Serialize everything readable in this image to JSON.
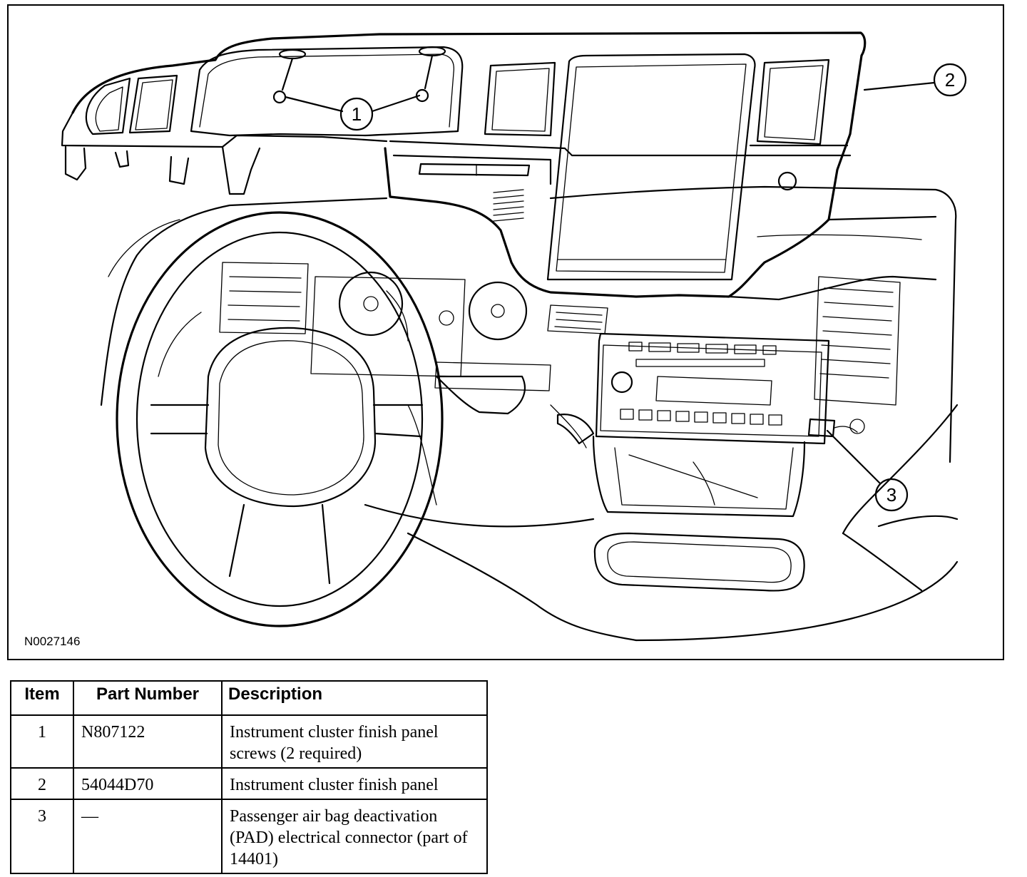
{
  "figure": {
    "id_label": "N0027146",
    "callouts": [
      {
        "number": "1"
      },
      {
        "number": "2"
      },
      {
        "number": "3"
      }
    ]
  },
  "table": {
    "headers": {
      "item": "Item",
      "part_number": "Part Number",
      "description": "Description"
    },
    "rows": [
      {
        "item": "1",
        "part_number": "N807122",
        "description": "Instrument cluster finish panel screws (2 required)"
      },
      {
        "item": "2",
        "part_number": "54044D70",
        "description": "Instrument cluster finish panel"
      },
      {
        "item": "3",
        "part_number": "—",
        "description": "Passenger air bag deactivation (PAD) electrical connector (part of 14401)"
      }
    ]
  }
}
